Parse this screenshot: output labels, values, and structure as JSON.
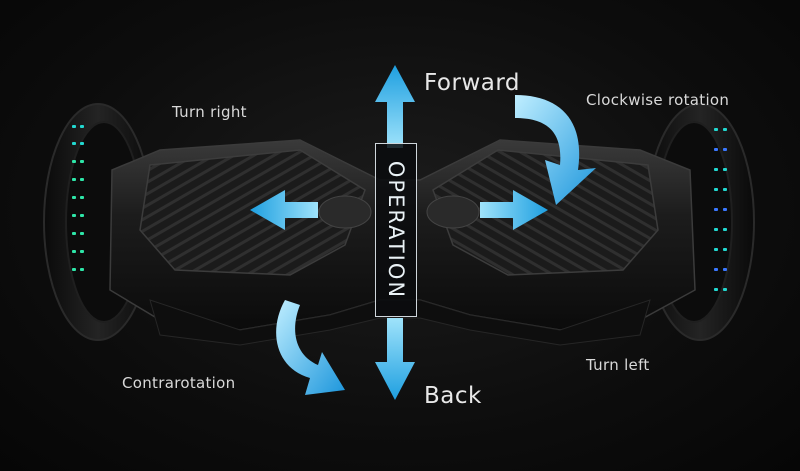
{
  "center_label": "OPERATION",
  "labels": {
    "forward": "Forward",
    "back": "Back",
    "turn_right": "Turn right",
    "clockwise": "Clockwise rotation",
    "contrarotation": "Contrarotation",
    "turn_left": "Turn left"
  },
  "colors": {
    "arrow": "#2aa8e0",
    "arrow_light": "#7fd3f5",
    "led_green": "#2ee6a8",
    "led_blue": "#3a78ff",
    "led_teal": "#22d8d0",
    "body": "#1a1a1a"
  }
}
